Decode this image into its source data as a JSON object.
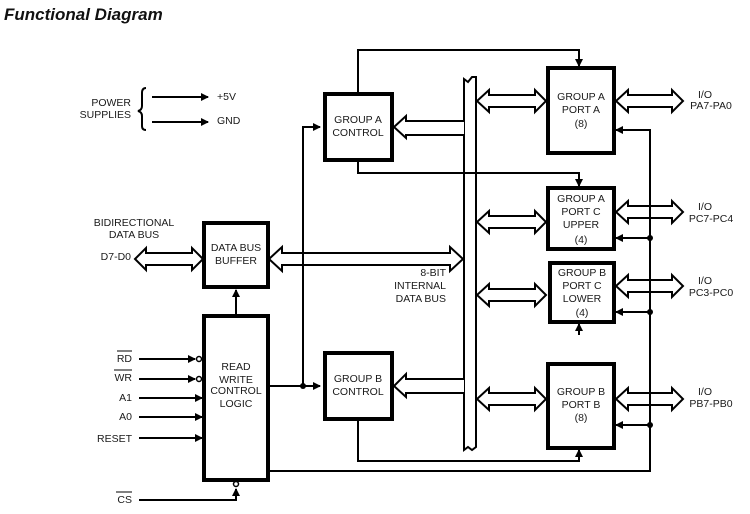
{
  "title": "Functional Diagram",
  "power": {
    "label_line1": "POWER",
    "label_line2": "SUPPLIES",
    "rail1": "+5V",
    "rail2": "GND"
  },
  "data_bus": {
    "label_line1": "BIDIRECTIONAL",
    "label_line2": "DATA BUS",
    "pins": "D7-D0"
  },
  "internal_bus": {
    "line1": "8-BIT",
    "line2": "INTERNAL",
    "line3": "DATA BUS"
  },
  "control_inputs": [
    {
      "name": "RD",
      "active_low": true
    },
    {
      "name": "WR",
      "active_low": true
    },
    {
      "name": "A1",
      "active_low": false
    },
    {
      "name": "A0",
      "active_low": false
    },
    {
      "name": "RESET",
      "active_low": false
    },
    {
      "name": "CS",
      "active_low": true
    }
  ],
  "blocks": {
    "data_bus_buffer": [
      "DATA BUS",
      "BUFFER"
    ],
    "rw_control": [
      "READ",
      "WRITE",
      "CONTROL",
      "LOGIC"
    ],
    "group_a_control": [
      "GROUP A",
      "CONTROL"
    ],
    "group_b_control": [
      "GROUP B",
      "CONTROL"
    ],
    "group_a_port_a": [
      "GROUP A",
      "PORT A",
      "(8)"
    ],
    "group_a_port_c_upper": [
      "GROUP A",
      "PORT C",
      "UPPER",
      "(4)"
    ],
    "group_b_port_c_lower": [
      "GROUP B",
      "PORT C",
      "LOWER",
      "(4)"
    ],
    "group_b_port_b": [
      "GROUP B",
      "PORT B",
      "(8)"
    ]
  },
  "io": [
    {
      "label": "I/O",
      "pins": "PA7-PA0"
    },
    {
      "label": "I/O",
      "pins": "PC7-PC4"
    },
    {
      "label": "I/O",
      "pins": "PC3-PC0"
    },
    {
      "label": "I/O",
      "pins": "PB7-PB0"
    }
  ]
}
